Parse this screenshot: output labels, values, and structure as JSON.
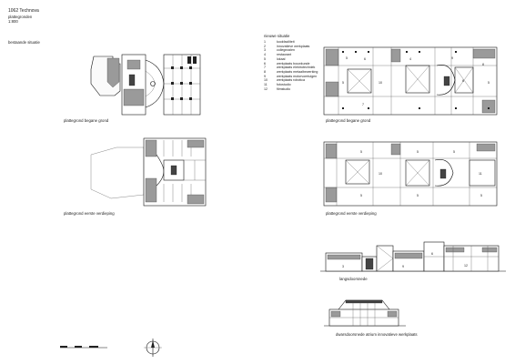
{
  "header": {
    "project": "1062 Technova",
    "subtitle": "plattegronden",
    "scale": "1:800"
  },
  "existing": {
    "section_title": "bestaande situatie",
    "ground_caption": "plattegrond begane grond",
    "first_caption": "plattegrond eerste verdieping"
  },
  "new": {
    "section_title": "nieuwe situatie",
    "legend": [
      {
        "num": "1",
        "label": "kookfaciliteit"
      },
      {
        "num": "2",
        "label": "innovatieve werkplaats"
      },
      {
        "num": "3",
        "label": "collegezalen"
      },
      {
        "num": "4",
        "label": "restaurant"
      },
      {
        "num": "5",
        "label": "lokaal"
      },
      {
        "num": "6",
        "label": "werkplaats bouwkunde"
      },
      {
        "num": "7",
        "label": "werkplaats elektrotechniek"
      },
      {
        "num": "8",
        "label": "werkplaats metaalbewerking"
      },
      {
        "num": "9",
        "label": "werkplaats motorvoertuigen"
      },
      {
        "num": "10",
        "label": "werkplaats robotica"
      },
      {
        "num": "11",
        "label": "fotostudio"
      },
      {
        "num": "12",
        "label": "filmstudio"
      }
    ],
    "ground_caption": "plattegrond begane grond",
    "first_caption": "plattegrond eerste verdieping",
    "section_caption": "langsdoorsnede",
    "cross_caption": "dwarsdoorsnede atrium innovatieve werkplaats"
  },
  "room_labels": {
    "ground": [
      "6",
      "5",
      "9",
      "8",
      "4",
      "7",
      "5",
      "6",
      "10",
      "5"
    ],
    "first": [
      "5",
      "5",
      "5",
      "10",
      "11",
      "5",
      "5",
      "5"
    ],
    "section": [
      "3",
      "9",
      "6",
      "12"
    ]
  },
  "icons": {
    "north": "north-arrow-icon",
    "scalebar": "scale-bar-icon"
  }
}
